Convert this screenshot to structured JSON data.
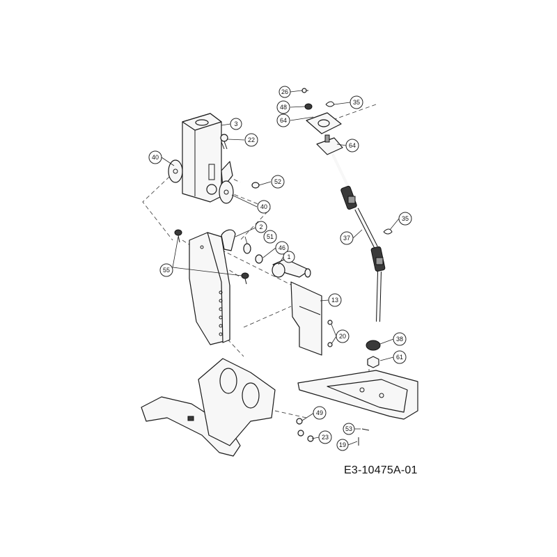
{
  "drawing_id": "E3-10475A-01",
  "callouts": [
    {
      "id": "c26",
      "label": "26"
    },
    {
      "id": "c48",
      "label": "48"
    },
    {
      "id": "c35a",
      "label": "35"
    },
    {
      "id": "c64a",
      "label": "64"
    },
    {
      "id": "c64b",
      "label": "64"
    },
    {
      "id": "c3",
      "label": "3"
    },
    {
      "id": "c22",
      "label": "22"
    },
    {
      "id": "c40a",
      "label": "40"
    },
    {
      "id": "c52",
      "label": "52"
    },
    {
      "id": "c40b",
      "label": "40"
    },
    {
      "id": "c2",
      "label": "2"
    },
    {
      "id": "c51",
      "label": "51"
    },
    {
      "id": "c46",
      "label": "46"
    },
    {
      "id": "c1",
      "label": "1"
    },
    {
      "id": "c55",
      "label": "55"
    },
    {
      "id": "c37",
      "label": "37"
    },
    {
      "id": "c35b",
      "label": "35"
    },
    {
      "id": "c13",
      "label": "13"
    },
    {
      "id": "c20",
      "label": "20"
    },
    {
      "id": "c38",
      "label": "38"
    },
    {
      "id": "c61",
      "label": "61"
    },
    {
      "id": "c49",
      "label": "49"
    },
    {
      "id": "c23",
      "label": "23"
    },
    {
      "id": "c53",
      "label": "53"
    },
    {
      "id": "c19",
      "label": "19"
    }
  ]
}
